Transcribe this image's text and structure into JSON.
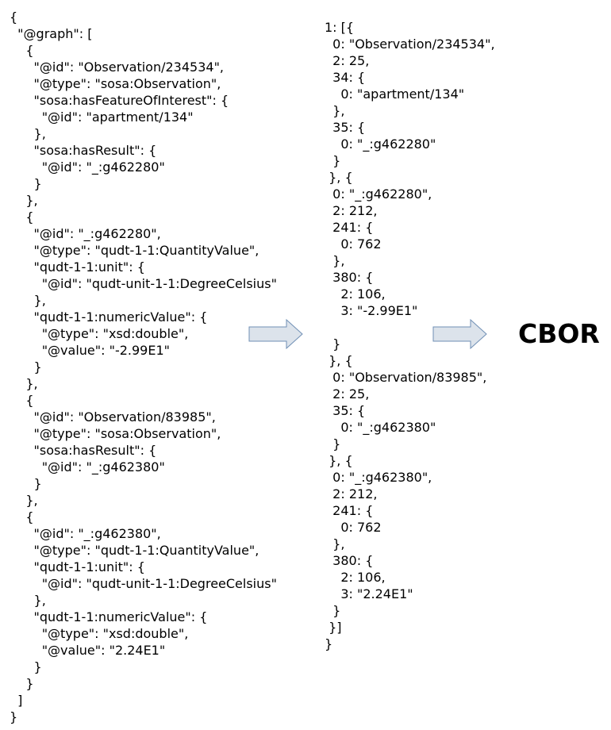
{
  "jsonld_lines": [
    "{",
    "  \"@graph\": [",
    "    {",
    "      \"@id\": \"Observation/234534\",",
    "      \"@type\": \"sosa:Observation\",",
    "      \"sosa:hasFeatureOfInterest\": {",
    "        \"@id\": \"apartment/134\"",
    "      },",
    "      \"sosa:hasResult\": {",
    "        \"@id\": \"_:g462280\"",
    "      }",
    "    },",
    "    {",
    "      \"@id\": \"_:g462280\",",
    "      \"@type\": \"qudt-1-1:QuantityValue\",",
    "      \"qudt-1-1:unit\": {",
    "        \"@id\": \"qudt-unit-1-1:DegreeCelsius\"",
    "      },",
    "      \"qudt-1-1:numericValue\": {",
    "        \"@type\": \"xsd:double\",",
    "        \"@value\": \"-2.99E1\"",
    "      }",
    "    },",
    "    {",
    "      \"@id\": \"Observation/83985\",",
    "      \"@type\": \"sosa:Observation\",",
    "      \"sosa:hasResult\": {",
    "        \"@id\": \"_:g462380\"",
    "      }",
    "    },",
    "    {",
    "      \"@id\": \"_:g462380\",",
    "      \"@type\": \"qudt-1-1:QuantityValue\",",
    "      \"qudt-1-1:unit\": {",
    "        \"@id\": \"qudt-unit-1-1:DegreeCelsius\"",
    "      },",
    "      \"qudt-1-1:numericValue\": {",
    "        \"@type\": \"xsd:double\",",
    "        \"@value\": \"2.24E1\"",
    "      }",
    "    }",
    "  ]",
    "}"
  ],
  "compressed_lines": [
    "1: [{",
    "  0: \"Observation/234534\",",
    "  2: 25,",
    "  34: {",
    "    0: \"apartment/134\"",
    "  },",
    "  35: {",
    "    0: \"_:g462280\"",
    "  }",
    " }, {",
    "  0: \"_:g462280\",",
    "  2: 212,",
    "  241: {",
    "    0: 762",
    "  },",
    "  380: {",
    "    2: 106,",
    "    3: \"-2.99E1\"",
    "",
    "  }",
    " }, {",
    "  0: \"Observation/83985\",",
    "  2: 25,",
    "  35: {",
    "    0: \"_:g462380\"",
    "  }",
    " }, {",
    "  0: \"_:g462380\",",
    "  2: 212,",
    "  241: {",
    "    0: 762",
    "  },",
    "  380: {",
    "    2: 106,",
    "    3: \"2.24E1\"",
    "  }",
    " }]",
    "}"
  ],
  "cbor_label": "CBOR",
  "arrow_fill": "#dce3eb",
  "arrow_stroke": "#6f8fb5"
}
